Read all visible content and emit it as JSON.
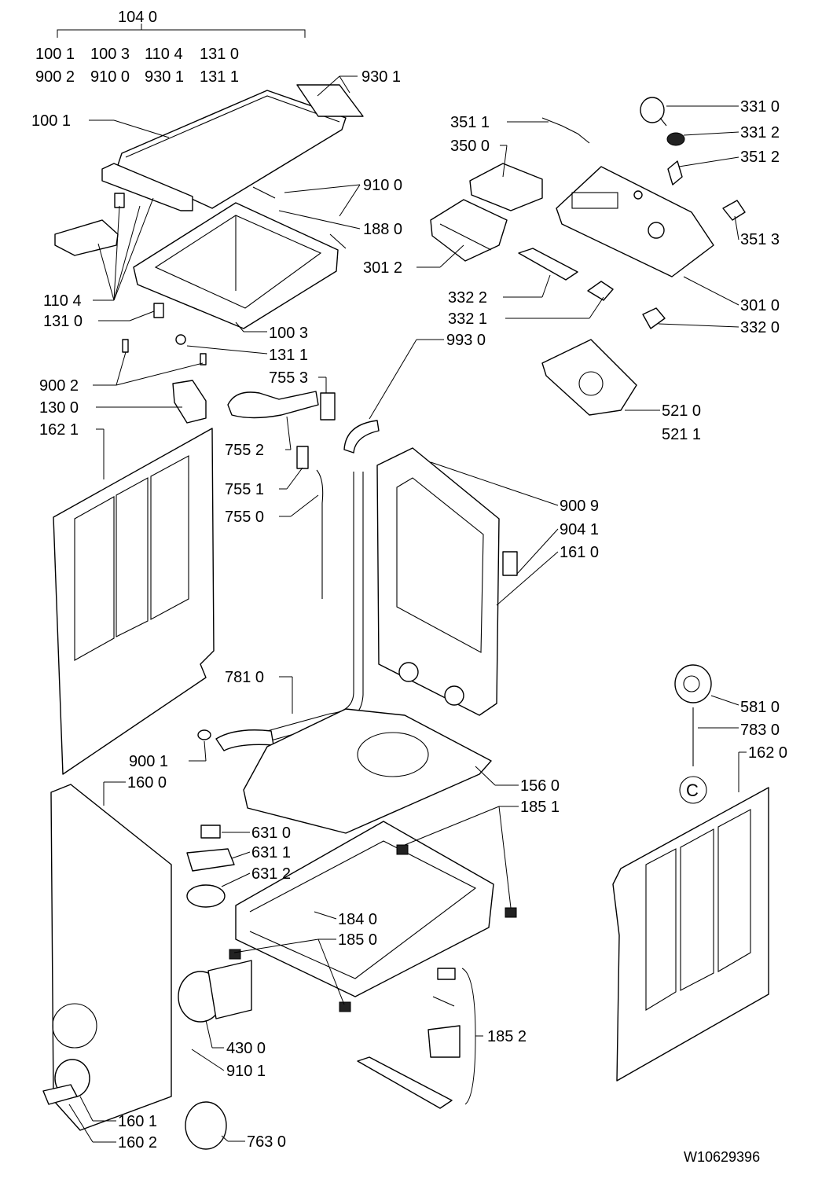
{
  "diagram": {
    "doc_number": "W10629396",
    "group_header": "104 0",
    "group_items_row1": [
      "100 1",
      "100 3",
      "110 4",
      "131 0"
    ],
    "group_items_row2": [
      "900 2",
      "910 0",
      "930 1",
      "131 1"
    ],
    "circle_marker": "C",
    "callouts": [
      "930 1",
      "100 1",
      "910 0",
      "188 0",
      "110 4",
      "131 0",
      "100 3",
      "131 1",
      "351 1",
      "350 0",
      "331 0",
      "331 2",
      "351 2",
      "351 3",
      "301 2",
      "332 2",
      "332 1",
      "301 0",
      "332 0",
      "993 0",
      "900 2",
      "130 0",
      "755 3",
      "162 1",
      "755 2",
      "521 0",
      "521 1",
      "755 1",
      "755 0",
      "900 9",
      "904 1",
      "161 0",
      "781 0",
      "581 0",
      "783 0",
      "900 1",
      "162 0",
      "160 0",
      "156 0",
      "185 1",
      "631 0",
      "631 1",
      "631 2",
      "184 0",
      "185 0",
      "185 2",
      "430 0",
      "910 1",
      "160 1",
      "160 2",
      "763 0"
    ]
  }
}
